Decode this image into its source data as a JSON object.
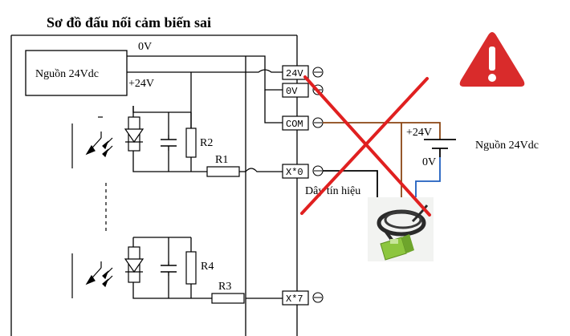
{
  "title": "Sơ đồ đấu nối cảm biến sai",
  "internal_supply": {
    "label": "Nguồn 24Vdc",
    "zero_label": "0V",
    "plus_label": "+24V"
  },
  "resistors": [
    "R2",
    "R1",
    "R4",
    "R3"
  ],
  "terminals": [
    "24V",
    "0V",
    "COM",
    "X*0",
    "X*7"
  ],
  "external_supply": {
    "label": "Nguồn 24Vdc",
    "plus_label": "+24V",
    "zero_label": "0V"
  },
  "signal_wire_label": "Dây tín hiệu",
  "colors": {
    "wire": "#000000",
    "brown_wire": "#8b4513",
    "blue_wire": "#1f5fbf",
    "cross": "#e02020",
    "warning": "#d92b2b",
    "sensor_body": "#8dc63f"
  }
}
